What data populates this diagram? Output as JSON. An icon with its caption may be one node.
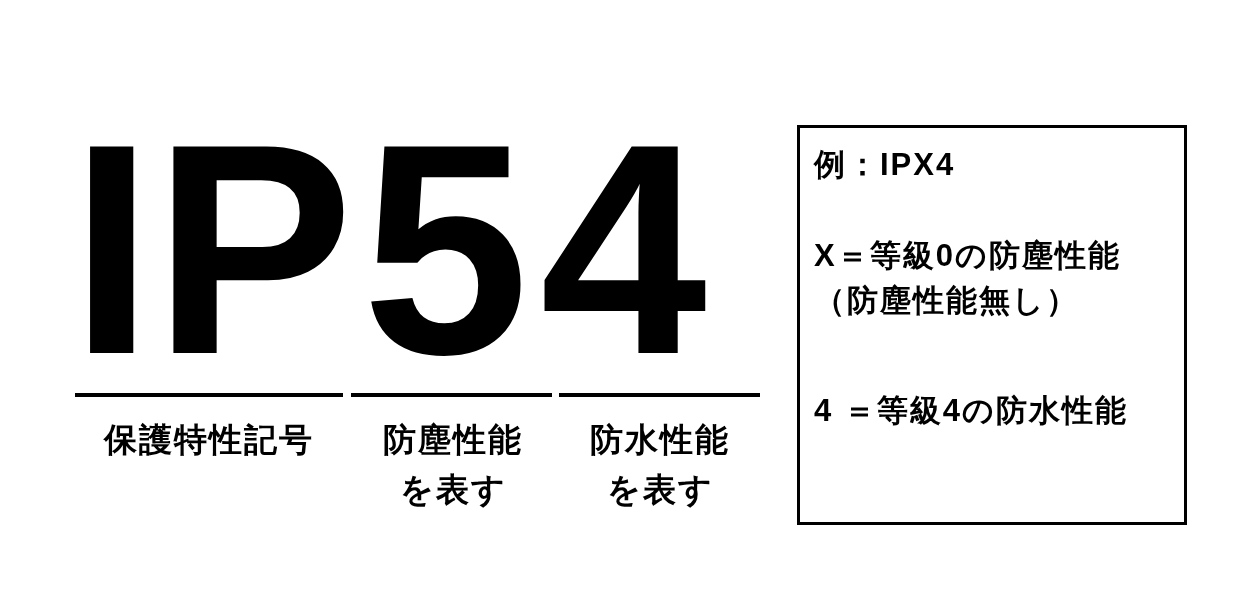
{
  "diagram": {
    "nodes": [
      {
        "text": [
          "例：IPX4",
          "X＝等級0の防塵性能（防塵性能無し）",
          "4 ＝等級4の防水性能"
        ]
      }
    ],
    "labels": [
      "IP",
      "5",
      "4",
      "保護特性記号",
      "防塵性能を表す",
      "防水性能を表す"
    ]
  }
}
